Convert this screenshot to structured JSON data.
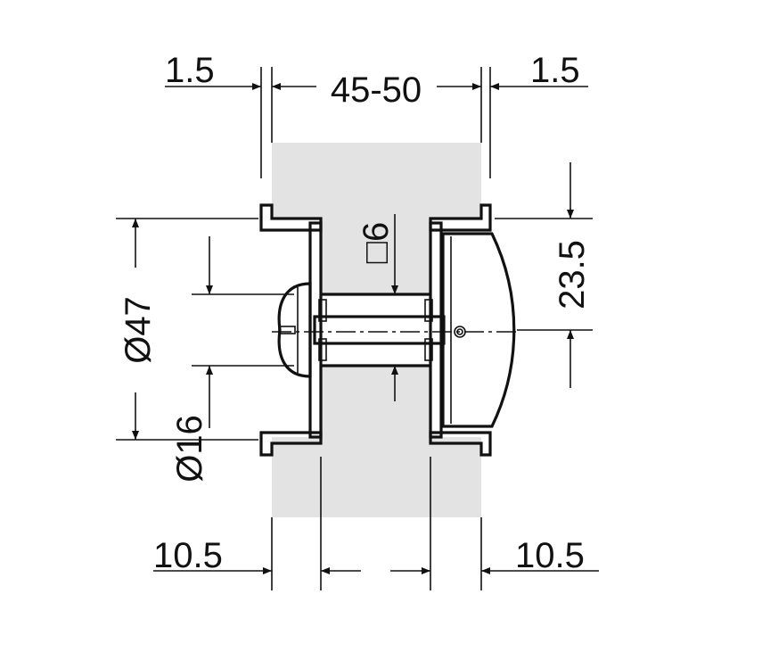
{
  "dimensions": {
    "top_left_offset": "1.5",
    "panel_thickness": "45-50",
    "top_right_offset": "1.5",
    "outer_diameter": "Ø47",
    "bolt_diameter": "Ø16",
    "square_drive": "□6",
    "height_to_center": "23.5",
    "bottom_left_offset": "10.5",
    "bottom_right_offset": "10.5"
  },
  "colors": {
    "panel": "#e3e3e3",
    "line": "#111111"
  }
}
